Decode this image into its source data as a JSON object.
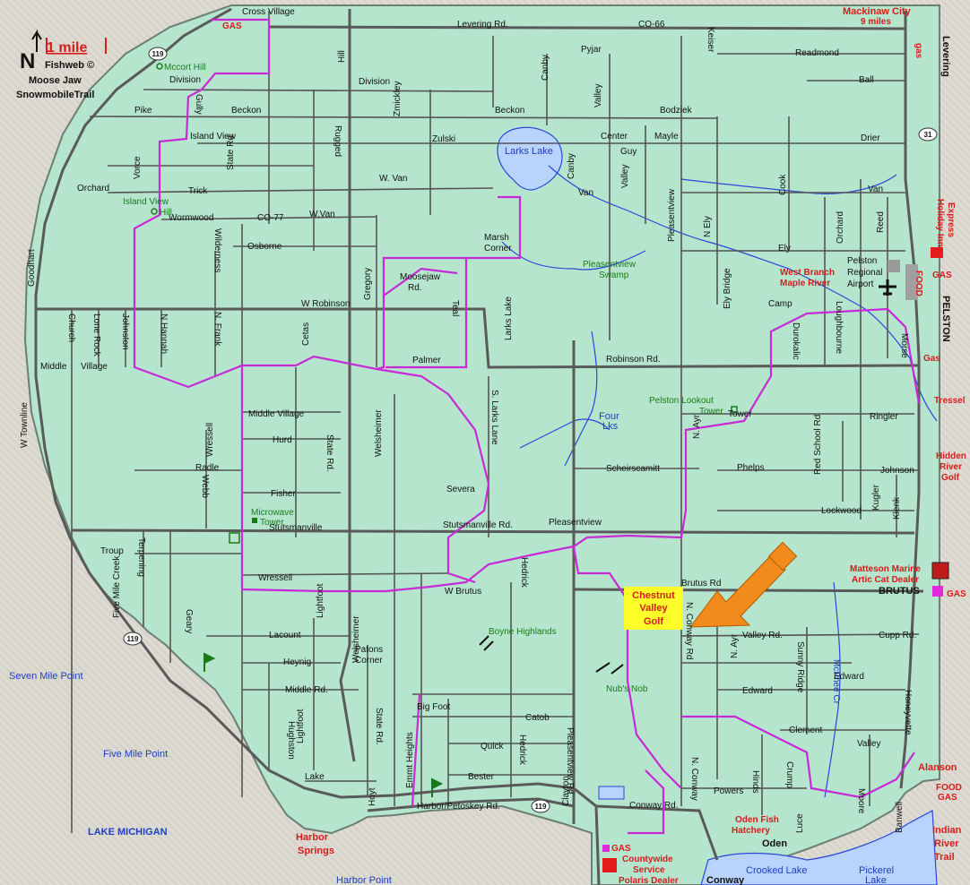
{
  "legend": {
    "scale": "1 mile",
    "north": "N",
    "credit": "Fishweb ©",
    "trail_name_1": "Moose Jaw",
    "trail_name_2": "SnowmobileTrail"
  },
  "places": {
    "cross_village": "Cross Village",
    "mackinaw_city": "Mackinaw City",
    "mackinaw_dist": "9 miles",
    "levering": "Levering",
    "pelston": "PELSTON",
    "brutus": "BRUTUS",
    "alanson": "Alanson",
    "oden": "Oden",
    "conway": "Conway",
    "harbor_springs_1": "Harbor",
    "harbor_springs_2": "Springs",
    "goodhart": "Goodhart",
    "middle_village": "Middle",
    "middle_village_2": "Village",
    "pleasentview": "Pleasentview",
    "stutsmanville": "Stutsmanville",
    "patons_corner_1": "Patons",
    "patons_corner_2": "Corner",
    "marsh_corner_1": "Marsh",
    "marsh_corner_2": "Corner"
  },
  "water": {
    "lake_michigan": "LAKE MICHIGAN",
    "larks_lake": "Larks Lake",
    "crooked_lake": "Crooked Lake",
    "pickerel_lake_1": "Pickerel",
    "pickerel_lake_2": "Lake",
    "seven_mile_point": "Seven Mile Point",
    "five_mile_point": "Five Mile Point",
    "harbor_point": "Harbor Point",
    "four_lks_1": "Four",
    "four_lks_2": "Lks",
    "pleasentview_swamp_1": "Pleasentview",
    "pleasentview_swamp_2": "Swamp",
    "west_branch_1": "West Branch",
    "west_branch_2": "Maple River",
    "mcphee_cr": "McPhee Cr"
  },
  "landmarks": {
    "mccort_hill": "Mccort Hill",
    "island_view_hill_1": "Island View",
    "island_view_hill_2": "Hill",
    "pelston_lookout_1": "Pelston Lookout",
    "pelston_lookout_2": "Tower",
    "microwave_1": "Microwave",
    "microwave_2": "Tower",
    "boyne_highlands": "Boyne Highlands",
    "nubs_nob": "Nub's Nob",
    "airport_1": "Pelston",
    "airport_2": "Regional",
    "airport_3": "Airport",
    "chestnut_1": "Chestnut",
    "chestnut_2": "Valley",
    "chestnut_3": "Golf"
  },
  "businesses": {
    "gas": "GAS",
    "gas_lower": "Gas",
    "gas_small": "gas",
    "food": "FOOD",
    "holiday_inn_1": "Holiday Inn",
    "holiday_inn_2": "Express",
    "tressel": "Tressel",
    "hidden_river_1": "Hidden",
    "hidden_river_2": "River",
    "hidden_river_3": "Golf",
    "matteson_1": "Matteson Marine",
    "matteson_2": "Artic Cat Dealer",
    "countywide_1": "Countywide",
    "countywide_2": "Service",
    "countywide_3": "Polaris Dealer",
    "oden_fish_1": "Oden Fish",
    "oden_fish_2": "Hatchery",
    "indian_river_1": "Indian",
    "indian_river_2": "River",
    "indian_river_3": "Trail"
  },
  "highways": {
    "m119": "119",
    "us31": "31"
  },
  "roads": {
    "levering": "Levering Rd.",
    "co66": "CO-66",
    "pyjar": "Pyjar",
    "keiser": "Keiser",
    "readmond": "Readmond",
    "ball": "Ball",
    "division1": "Division",
    "division2": "Division",
    "hill": "Hill",
    "zmickley": "Zmickley",
    "canby1": "Canby",
    "valley1": "Valley",
    "bodziek": "Bodziek",
    "pike": "Pike",
    "gully": "Gully",
    "beckon1": "Beckon",
    "beckon2": "Beckon",
    "rugged": "Rugged",
    "zulski": "Zulski",
    "center": "Center",
    "mayle": "Mayle",
    "guy": "Guy",
    "drier": "Drier",
    "island_view": "Island View",
    "state_rd1": "State Rd",
    "canby2": "Canby",
    "valley2": "Valley",
    "cook": "Cook",
    "orchard1": "Orchard",
    "vorce": "Vorce",
    "trick": "Trick",
    "w_van1": "W. Van",
    "van1": "Van",
    "van2": "Van",
    "wormwood": "Wormwood",
    "co77": "CO-77",
    "w_van2": "W.Van",
    "pleasentview_rd": "Pleasentview",
    "n_ely": "N Ely",
    "orchard2": "Orchard",
    "reed": "Reed",
    "wilderness": "Wilderness",
    "osborne": "Osborne",
    "ely": "Ely",
    "moosejaw_1": "Moosejaw",
    "moosejaw_2": "Rd.",
    "ely_bridge": "Ely Bridge",
    "camp": "Camp",
    "w_robinson": "W Robinson",
    "gregory": "Gregory",
    "teal": "Teal",
    "larks_lake_rd": "Larks Lake",
    "church": "Church",
    "lone_rock": "Lone Rock",
    "johnston": "Johnston",
    "n_hannah": "N Hannah",
    "n_frank": "N. Frank",
    "cetas": "Cetas",
    "durokalic": "Durokalic",
    "lughburne": "Loughbourne",
    "morse": "Morse",
    "palmer": "Palmer",
    "robinson": "Robinson Rd.",
    "middle_village_rd": "Middle Village",
    "w_townline": "W Townline",
    "wressell1": "Wressell",
    "state_rd2": "State Rd.",
    "welsheimer1": "Welsheimer",
    "s_larks_lane": "S. Larks Lane",
    "tower": "Tower",
    "ringler": "Ringler",
    "hurd": "Hurd",
    "radle": "Radle",
    "webb": "Webb",
    "severa": "Severa",
    "scheirscamitt": "Scheirscamitt",
    "n_ayr1": "N. Ayr",
    "phelps": "Phelps",
    "red_school": "Red School Rd",
    "johnson": "Johnson",
    "fisher": "Fisher",
    "kugler": "Kugler",
    "klenk": "Klenk",
    "lockwood": "Lockwood",
    "stutsmanville_rd": "Stutsmanville Rd.",
    "troup": "Troup",
    "terpening": "Terpening",
    "five_mile_creek": "Five Mile Creek",
    "wressell2": "Wressell",
    "w_brutus": "W Brutus",
    "hedrick1": "Hedrick",
    "brutus_rd": "Brutus Rd",
    "geary": "Geary",
    "lacount": "Lacount",
    "lightfoot1": "Lightfoot",
    "welsheimer2": "Welsheimer",
    "n_conway1": "N. Conway Rd",
    "valley_rd": "Valley Rd.",
    "cupp": "Cupp Rd.",
    "heynig": "Heynig",
    "n_ayr2": "N. Ayr",
    "sunny_ridge": "Sunny Ridge",
    "middle_rd": "Middle Rd.",
    "edward1": "Edward",
    "edward2": "Edward",
    "honeyvette": "Honeyvette",
    "hughston": "Hughston",
    "lightfoot2": "Lightfoot",
    "state_rd3": "State Rd.",
    "big_foot": "Big Foot",
    "catob": "Catob",
    "clement": "Clement",
    "emmt_heights": "Emmt Heights",
    "quick": "Quick",
    "hedrick2": "Hedrick",
    "pleasentview_rd2": "Pleasentview Rd.",
    "valley3": "Valley",
    "bester": "Bester",
    "clayton": "Clayton",
    "n_conway2": "N. Conway",
    "hinds": "Hinds",
    "crump": "Crump",
    "powers": "Powers",
    "lake": "Lake",
    "hoyt": "Hoyt",
    "harbor_petoskey": "Harbor/Petoskey Rd.",
    "conway_rd": "Conway Rd.",
    "luce": "Luce",
    "moore": "Moore",
    "banwell": "Banwell"
  }
}
